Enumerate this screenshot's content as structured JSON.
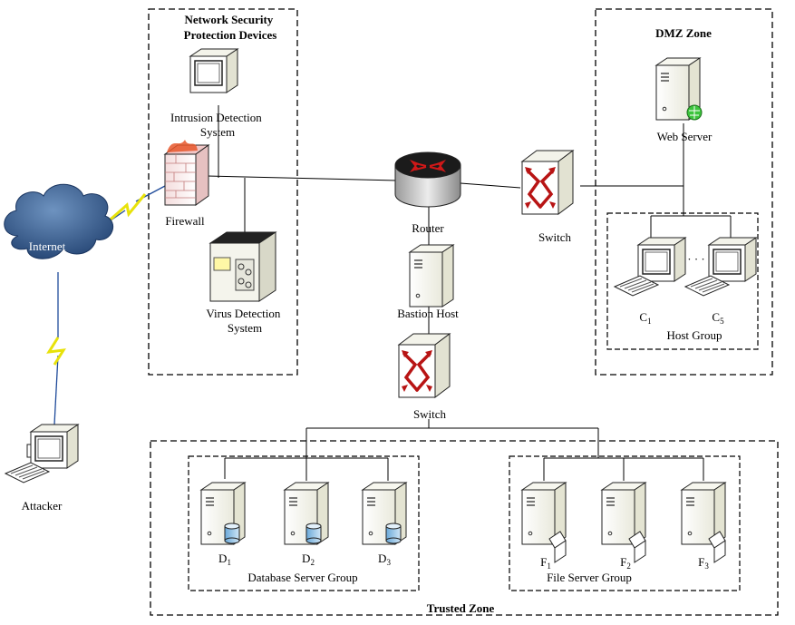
{
  "zones": {
    "protection": "Network Security\nProtection Devices",
    "dmz": "DMZ Zone",
    "trusted": "Trusted Zone"
  },
  "devices": {
    "internet": "Internet",
    "attacker": "Attacker",
    "ids": "Intrusion  Detection\nSystem",
    "firewall": "Firewall",
    "virus": "Virus Detection\nSystem",
    "router": "Router",
    "bastion": "Bastion Host",
    "switch_dmz": "Switch",
    "switch_core": "Switch",
    "web_server": "Web Server",
    "host_ellipsis": "· · ·"
  },
  "host_group": {
    "title": "Host Group",
    "hosts": [
      {
        "base": "C",
        "sub": "1"
      },
      {
        "base": "C",
        "sub": "5"
      }
    ]
  },
  "db_group": {
    "title": "Database  Server Group",
    "servers": [
      {
        "base": "D",
        "sub": "1"
      },
      {
        "base": "D",
        "sub": "2"
      },
      {
        "base": "D",
        "sub": "3"
      }
    ]
  },
  "file_group": {
    "title": "File Server Group",
    "servers": [
      {
        "base": "F",
        "sub": "1"
      },
      {
        "base": "F",
        "sub": "2"
      },
      {
        "base": "F",
        "sub": "3"
      }
    ]
  }
}
